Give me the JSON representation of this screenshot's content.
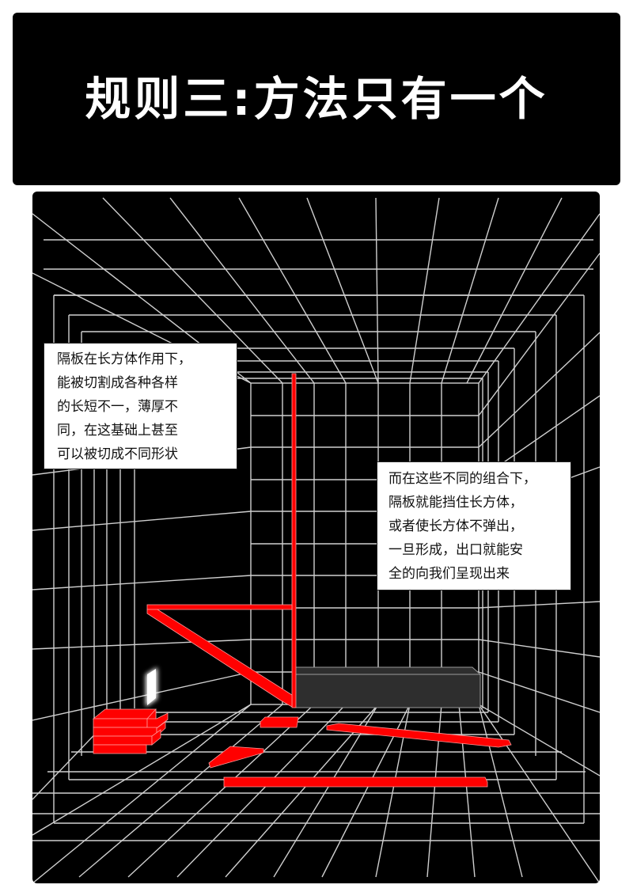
{
  "title_panel": {
    "title": "规则三:方法只有一个",
    "background": "#000000",
    "text_color": "#ffffff"
  },
  "scene": {
    "description": "Black room with white perspective grid; red partition boards cut into various shapes; a gray rectangular block on the back floor; a glowing white exit on the left wall",
    "colors": {
      "background": "#000000",
      "grid": "#cfcfcf",
      "partition_red": "#ff0000",
      "block_gray": "#2e2e2e",
      "exit_glow": "#ffffff"
    },
    "objects": [
      {
        "name": "vertical-red-pole"
      },
      {
        "name": "horizontal-red-board"
      },
      {
        "name": "diagonal-red-board"
      },
      {
        "name": "gray-block"
      },
      {
        "name": "stacked-red-boards"
      },
      {
        "name": "small-red-square-board"
      },
      {
        "name": "red-triangle-board"
      },
      {
        "name": "long-slanted-red-board"
      },
      {
        "name": "long-front-red-board"
      },
      {
        "name": "glowing-exit"
      }
    ]
  },
  "captions": {
    "left": {
      "lines": [
        "隔板在长方体作用下，",
        "能被切割成各种各样",
        "的长短不一，薄厚不",
        "同，在这基础上甚至",
        "可以被切成不同形状"
      ]
    },
    "right": {
      "lines": [
        "而在这些不同的组合下，",
        "隔板就能挡住长方体，",
        "或者使长方体不弹出，",
        "一旦形成，出口就能安",
        "全的向我们呈现出来"
      ]
    }
  }
}
